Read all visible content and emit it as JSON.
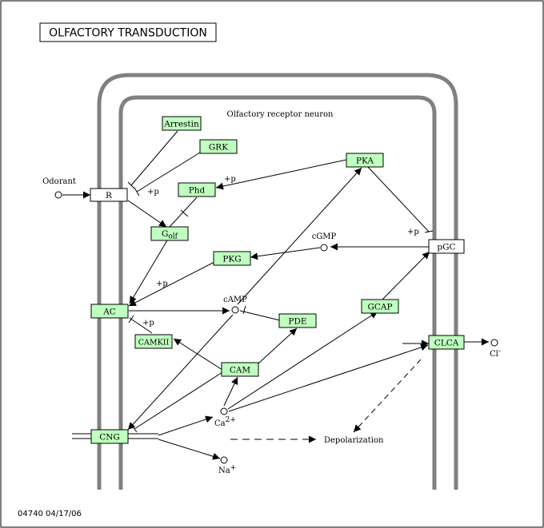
{
  "title": "OLFACTORY TRANSDUCTION",
  "cell_label": "Olfactory receptor neuron",
  "footer": "04740  04/17/06",
  "colors": {
    "gene_fill": "#bfffbf",
    "membrane": "#808080",
    "line": "#000000"
  },
  "nodes": {
    "arrestin": "Arrestin",
    "grk": "GRK",
    "r": "R",
    "phd": "Phd",
    "golf_main": "G",
    "golf_sub": "olf",
    "pkg": "PKG",
    "ac": "AC",
    "camkii": "CAMKII",
    "cam": "CAM",
    "pde": "PDE",
    "pka": "PKA",
    "pgc": "pGC",
    "gcap": "GCAP",
    "clca": "CLCA",
    "cng": "CNG"
  },
  "compounds": {
    "odorant": "Odorant",
    "cgmp": "cGMP",
    "camp": "cAMP",
    "ca_base": "Ca",
    "ca_sup": "2+",
    "na_base": "Na",
    "na_sup": "+",
    "cl_base": "Cl",
    "cl_sup": "-",
    "depolarization": "Depolarization"
  },
  "edge_labels": {
    "r_p": "+p",
    "phd_p": "+p",
    "ac_pkg_p": "+p",
    "ac_camkii_p": "+p",
    "pgc_p": "+p"
  }
}
